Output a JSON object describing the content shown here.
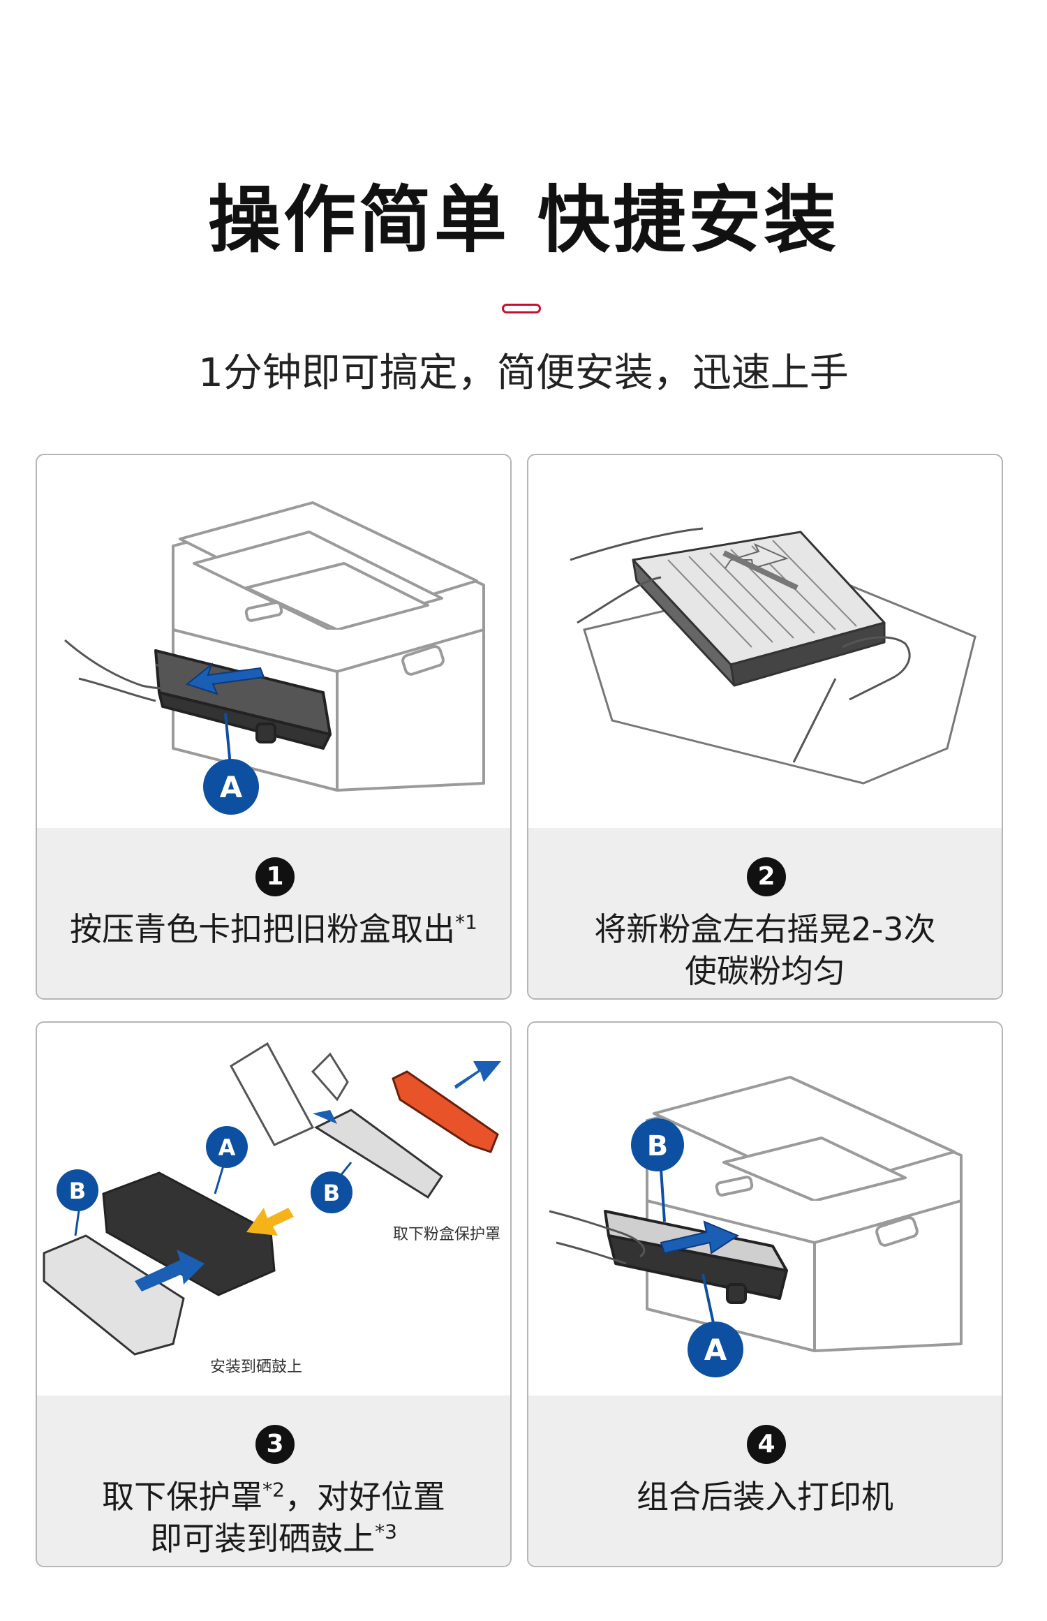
{
  "header": {
    "title": "操作简单 快捷安装",
    "subtitle": "1分钟即可搞定，简便安装，迅速上手"
  },
  "colors": {
    "accent": "#c8102e",
    "callout_blue": "#0d4fa0",
    "arrow_blue": "#1a5fb4",
    "cover_orange": "#e8532a",
    "arrow_yellow": "#f6b319",
    "caption_bg": "#eeeeee"
  },
  "steps": [
    {
      "number": "1",
      "lines": [
        "按压青色卡扣把旧粉盒取出"
      ],
      "footnote": "*1",
      "callouts": [
        "A"
      ]
    },
    {
      "number": "2",
      "lines": [
        "将新粉盒左右摇晃2-3次",
        "使碳粉均匀"
      ],
      "footnote": ""
    },
    {
      "number": "3",
      "lines": [
        "取下保护罩",
        "，对好位置",
        "即可装到硒鼓上"
      ],
      "footnotes": [
        "*2",
        "*3"
      ],
      "callouts": [
        "A",
        "B",
        "B"
      ],
      "notes": [
        "取下粉盒保护罩",
        "安装到硒鼓上"
      ]
    },
    {
      "number": "4",
      "lines": [
        "组合后装入打印机"
      ],
      "footnote": "",
      "callouts": [
        "B",
        "A"
      ]
    }
  ]
}
